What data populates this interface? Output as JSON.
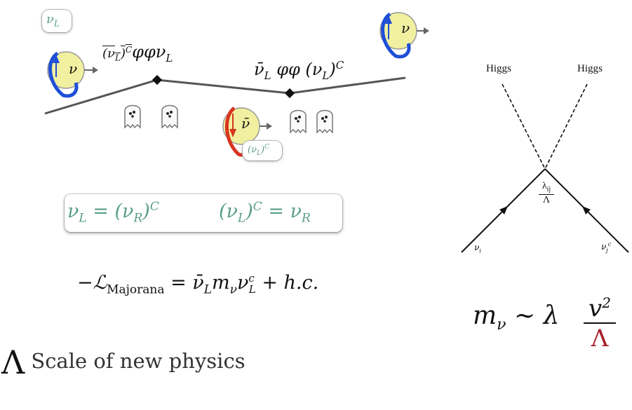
{
  "tags": {
    "nuL": "νL"
  },
  "particles": {
    "nu": "ν",
    "nubar": "ν̄",
    "nuLC": "(νL)C"
  },
  "vertex1": {
    "overline": "(νL)C",
    "tail": "φφνL"
  },
  "vertex2": {
    "head": "ν̄L φφ (νL)C"
  },
  "relations": {
    "left": "νL = (νR)C",
    "right": "(νL)C = νR"
  },
  "lagrangian": {
    "lhs": "−ℒMajorana",
    "rhs": "= ν̄L mν νcL + h.c."
  },
  "scale": {
    "symbol": "Λ",
    "text": "Scale of new physics"
  },
  "feynman": {
    "higgs_left": "Higgs",
    "higgs_right": "Higgs",
    "coupling_num": "λij",
    "coupling_den": "Λ",
    "nu_i": "νi",
    "nu_j": "νjc"
  },
  "mass": {
    "lhs": "mν ∼ λ",
    "num": "v2",
    "den": "Λ"
  },
  "colors": {
    "teal": "#5a9e86",
    "spin_blue": "#1f4fd8",
    "spin_red": "#d8341f",
    "sphere": "#f0f0a0",
    "lambda_red": "#a4202a"
  }
}
